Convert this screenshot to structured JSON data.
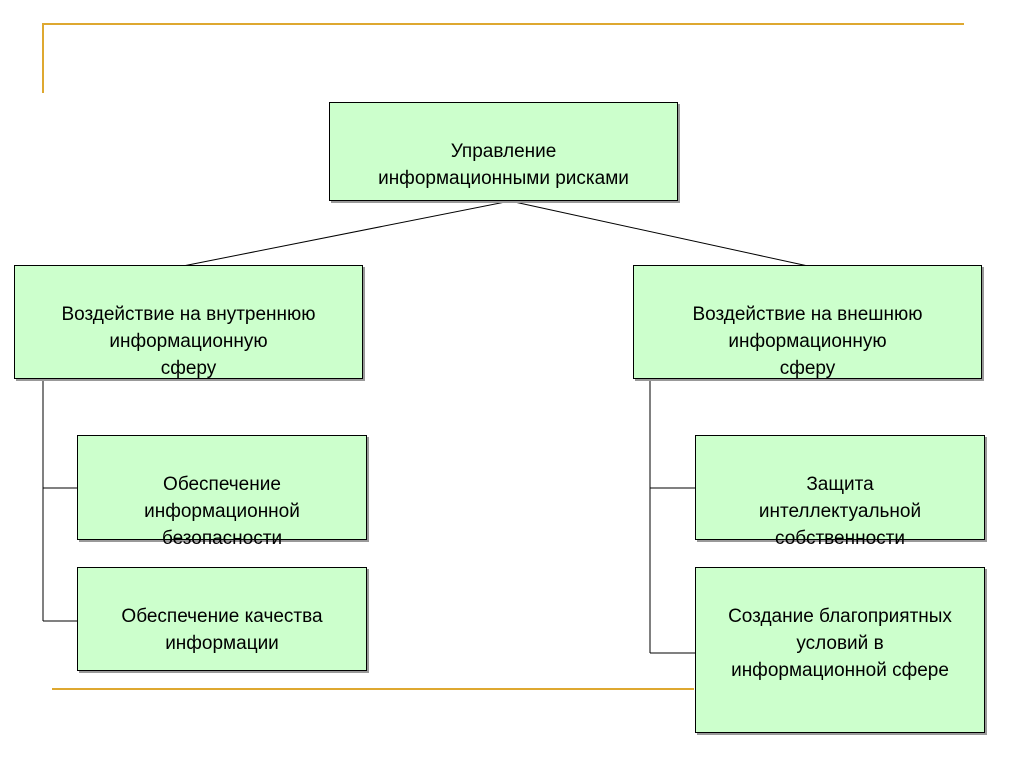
{
  "colors": {
    "accent_line": "#dea830",
    "node_fill": "#ccffcc",
    "node_border": "#000000",
    "connector": "#000000"
  },
  "nodes": {
    "root": "Управление\nинформационными рисками",
    "internal": "Воздействие на внутреннюю\nинформационную\nсферу",
    "external": "Воздействие на внешнюю\nинформационную\nсферу",
    "security": "Обеспечение\nинформационной\nбезопасности",
    "quality": "Обеспечение качества\nинформации",
    "ip_protection": "Защита\nинтеллектуальной\nсобственности",
    "favorable_conditions": "Создание благоприятных\nусловий в\nинформационной сфере"
  }
}
